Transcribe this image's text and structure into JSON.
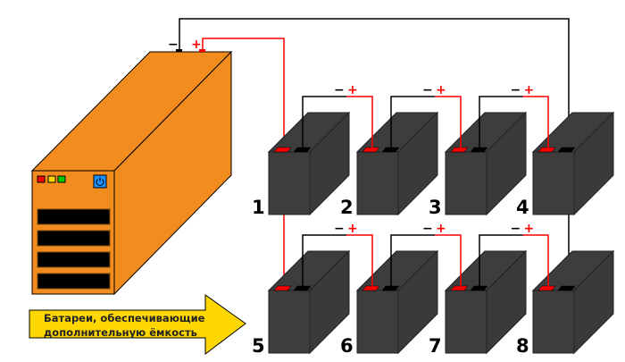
{
  "title": "UPS with additional external batteries connection diagram",
  "ups": {
    "terminal_minus": "−",
    "terminal_plus": "+",
    "indicators": [
      {
        "name": "red",
        "color": "#ff0000"
      },
      {
        "name": "yellow",
        "color": "#ffd700"
      },
      {
        "name": "green",
        "color": "#00cc00"
      }
    ],
    "power_button_icon": "power-icon",
    "body_color": "#f28c1e",
    "slot_count": 4
  },
  "batteries": [
    {
      "label": "1",
      "row": 1,
      "col": 1
    },
    {
      "label": "2",
      "row": 1,
      "col": 2
    },
    {
      "label": "3",
      "row": 1,
      "col": 3
    },
    {
      "label": "4",
      "row": 1,
      "col": 4
    },
    {
      "label": "5",
      "row": 2,
      "col": 1
    },
    {
      "label": "6",
      "row": 2,
      "col": 2
    },
    {
      "label": "7",
      "row": 2,
      "col": 3
    },
    {
      "label": "8",
      "row": 2,
      "col": 4
    }
  ],
  "polarity": {
    "minus": "−",
    "plus": "+"
  },
  "arrow": {
    "line1": "Батареи, обеспечивающие",
    "line2": "дополнительную ёмкость",
    "color": "#ffd700"
  },
  "colors": {
    "positive_wire": "#ff0000",
    "negative_wire": "#000000",
    "battery_body": "#3d3d3d"
  }
}
